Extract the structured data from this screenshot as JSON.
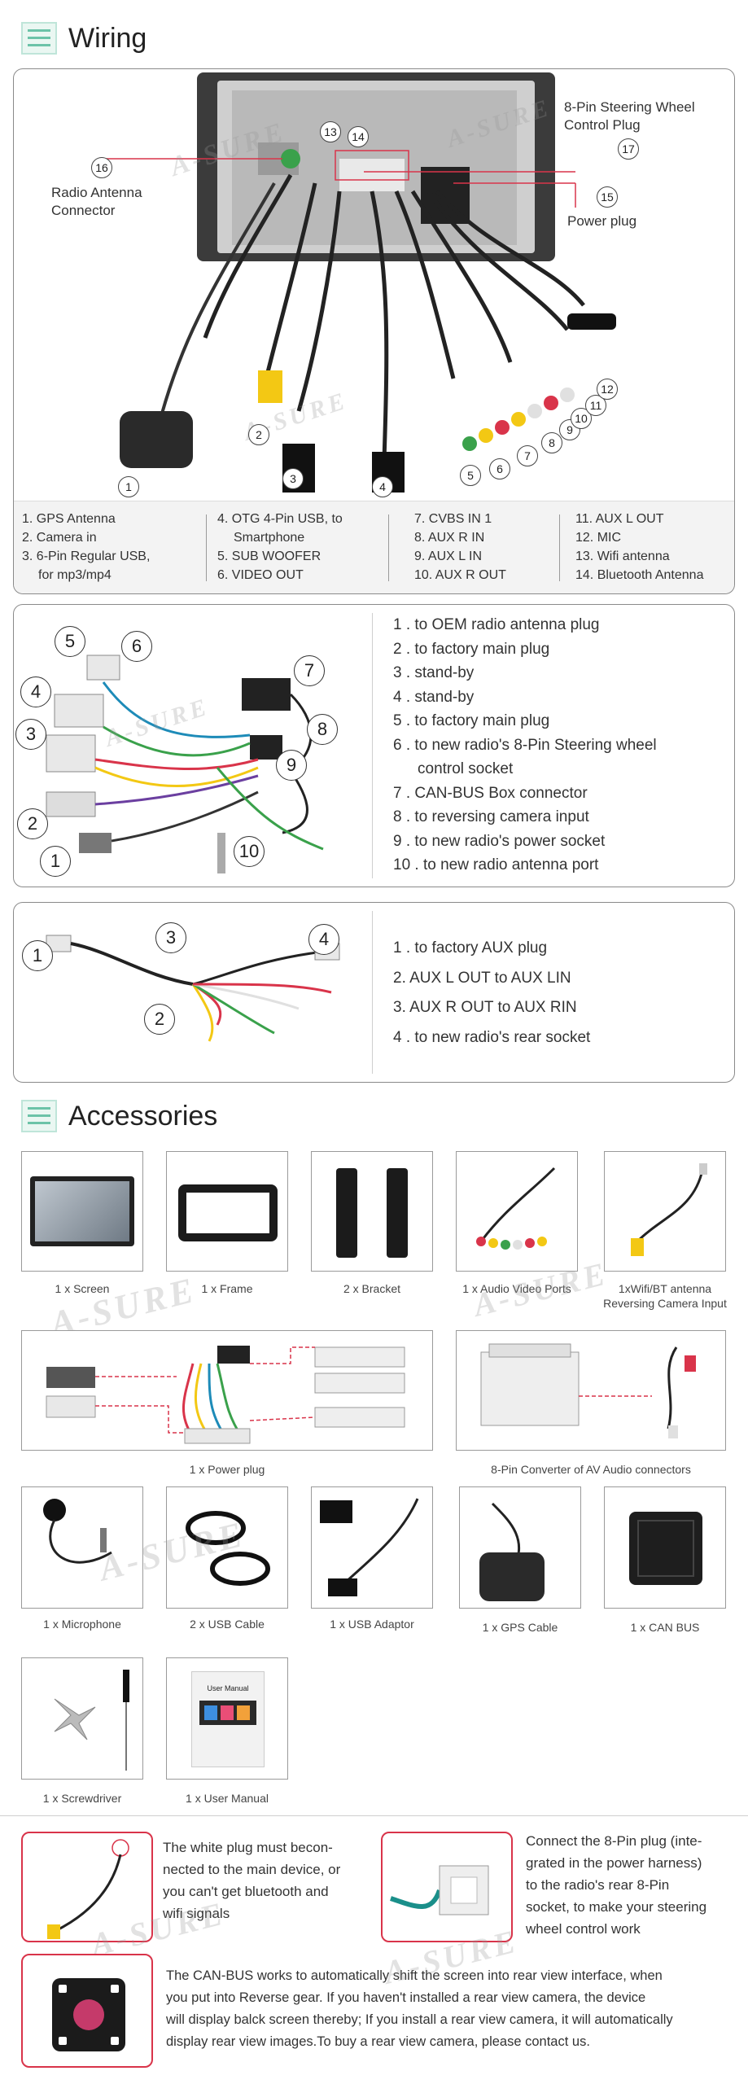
{
  "wiring": {
    "title": "Wiring",
    "diagram_labels": {
      "steering": "8-Pin Steering Wheel Control Plug",
      "steering_num": "17",
      "radio_antenna": "Radio Antenna Connector",
      "radio_antenna_num": "16",
      "power": "Power plug",
      "power_num": "15",
      "num13": "13",
      "num14": "14",
      "num1": "1",
      "num2": "2",
      "num3": "3",
      "num4": "4",
      "num5": "5",
      "num6": "6",
      "num7": "7",
      "num8": "8",
      "num9": "9",
      "num10": "10",
      "num11": "11",
      "num12": "12"
    },
    "legend": [
      [
        "1. GPS Antenna",
        "2. Camera in",
        "3. 6-Pin Regular USB,",
        "for mp3/mp4"
      ],
      [
        "4. OTG 4-Pin USB, to",
        "Smartphone",
        "5. SUB WOOFER",
        "6. VIDEO OUT"
      ],
      [
        "7. CVBS IN 1",
        "8. AUX R IN",
        "9. AUX L IN",
        "10. AUX R OUT"
      ],
      [
        "11. AUX L OUT",
        "12. MIC",
        "13. Wifi antenna",
        "14. Bluetooth Antenna"
      ]
    ]
  },
  "harness": {
    "nums": [
      "1",
      "2",
      "3",
      "4",
      "5",
      "6",
      "7",
      "8",
      "9",
      "10"
    ],
    "items": [
      "1 . to OEM radio antenna plug",
      "2 . to factory main plug",
      "3 . stand-by",
      "4 . stand-by",
      "5 . to factory main plug",
      "6 . to new radio's 8-Pin Steering wheel",
      "control socket",
      "7 . CAN-BUS Box connector",
      "8 . to reversing camera input",
      "9 . to new radio's power socket",
      "10 . to new radio antenna port"
    ]
  },
  "aux": {
    "nums": [
      "1",
      "2",
      "3",
      "4"
    ],
    "items": [
      "1 . to factory AUX plug",
      "2. AUX L OUT to AUX LIN",
      "3. AUX R OUT to AUX RIN",
      "4 . to new radio's rear socket"
    ]
  },
  "accessories": {
    "title": "Accessories",
    "row1": [
      "1 x Screen",
      "1 x Frame",
      "2 x Bracket",
      "1 x Audio Video Ports"
    ],
    "wifi_caption": [
      "1xWifi/BT antenna",
      "Reversing Camera Input"
    ],
    "power_plug": "1 x Power plug",
    "converter": "8-Pin Converter of AV Audio connectors",
    "row3": [
      "1 x Microphone",
      "2 x USB Cable",
      "1 x USB Adaptor",
      "1 x GPS Cable",
      "1 x CAN BUS"
    ],
    "row4": [
      "1 x Screwdriver",
      "1 x User Manual"
    ],
    "manual_cover": "User Manual"
  },
  "notes": {
    "wifi_note": [
      "The white plug must becon-",
      "nected to the main device, or",
      "you can't get bluetooth and",
      "wifi signals"
    ],
    "plug_note": [
      "Connect the 8-Pin plug (inte-",
      "grated in the power harness)",
      "to the radio's rear 8-Pin",
      "socket, to make your steering",
      "wheel control work"
    ],
    "canbus_note": [
      "The CAN-BUS works to automatically shift the screen into rear view interface, when",
      "you put into Reverse gear. If you haven't installed a rear view camera, the device",
      "will display balck screen thereby; If you install a rear view camera, it will automatically",
      "display rear view images.To buy a rear view camera, please contact us."
    ]
  },
  "brand": {
    "watermark": "A-SURE"
  },
  "colors": {
    "accent": "#6cc3a8",
    "red": "#d9344a",
    "border": "#8a8a8a"
  }
}
